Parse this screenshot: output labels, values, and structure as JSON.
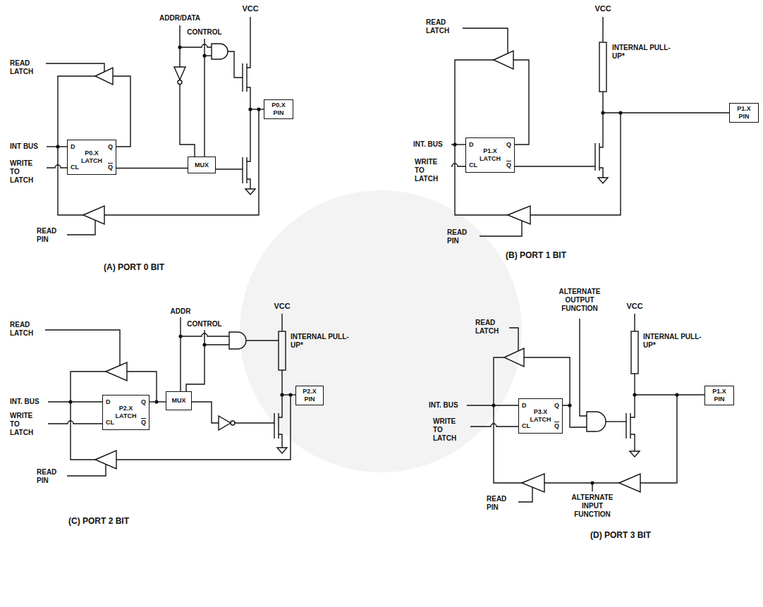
{
  "diagram": {
    "nodes": [
      {
        "text": [
          "D",
          "P0.X LATCH",
          "Q",
          "CL",
          "Q"
        ]
      },
      {
        "text": [
          "MUX"
        ]
      },
      {
        "text": [
          "P0.X PIN"
        ]
      },
      {
        "text": [
          "D",
          "P1.X LATCH",
          "Q",
          "CL",
          "Q"
        ]
      },
      {
        "text": [
          "P1.X PIN"
        ]
      },
      {
        "text": [
          "D",
          "P2.X LATCH",
          "Q",
          "CL",
          "Q"
        ]
      },
      {
        "text": [
          "MUX"
        ]
      },
      {
        "text": [
          "P2.X PIN"
        ]
      },
      {
        "text": [
          "D",
          "P3.X LATCH",
          "Q",
          "CL",
          "Q"
        ]
      },
      {
        "text": [
          "P1.X PIN"
        ]
      }
    ],
    "edges": [
      {
        "from": 0,
        "to": 1,
        "arrow": "none"
      },
      {
        "from": 5,
        "to": 6,
        "arrow": "none"
      }
    ],
    "labels": [
      "VCC",
      "ADDR/DATA",
      "CONTROL",
      "READ LATCH",
      "INT BUS",
      "WRITE TO LATCH",
      "READ PIN",
      "(A) PORT 0 BIT",
      "VCC",
      "READ LATCH",
      "INT. BUS",
      "WRITE TO LATCH",
      "INTERNAL PULL-UP*",
      "READ PIN",
      "(B) PORT 1 BIT",
      "READ LATCH",
      "ADDR",
      "CONTROL",
      "VCC",
      "INTERNAL PULL-UP*",
      "INT. BUS",
      "WRITE TO LATCH",
      "READ PIN",
      "(C) PORT 2 BIT",
      "ALTERNATE OUTPUT FUNCTION",
      "VCC",
      "READ LATCH",
      "INTERNAL PULL-UP*",
      "INT. BUS",
      "WRITE TO LATCH",
      "READ PIN",
      "ALTERNATE INPUT FUNCTION",
      "(D) PORT 3 BIT"
    ]
  }
}
